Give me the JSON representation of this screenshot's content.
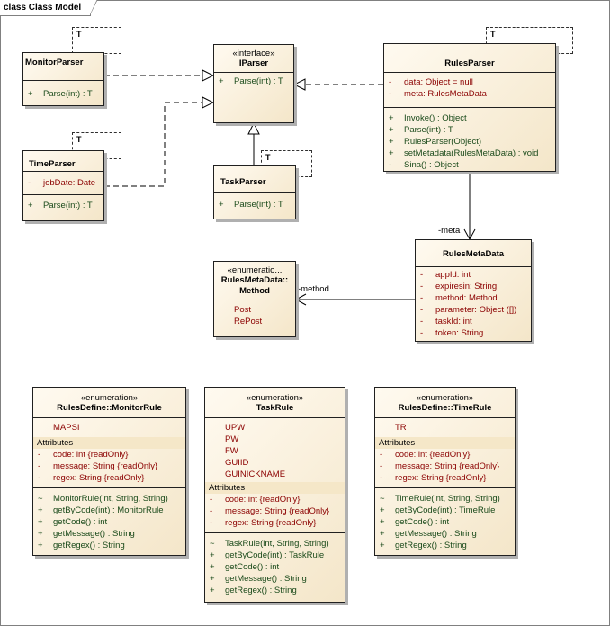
{
  "diagram": {
    "title": "class Class Model"
  },
  "classes": {
    "monitor_parser": {
      "name": "MonitorParser",
      "template": "T",
      "ops": [
        {
          "vis": "+",
          "text": "Parse(int) : T"
        }
      ]
    },
    "time_parser": {
      "name": "TimeParser",
      "template": "T",
      "attrs": [
        {
          "vis": "-",
          "text": "jobDate:  Date"
        }
      ],
      "ops": [
        {
          "vis": "+",
          "text": "Parse(int) : T"
        }
      ]
    },
    "iparser": {
      "stereotype": "«interface»",
      "name": "IParser",
      "ops": [
        {
          "vis": "+",
          "text": "Parse(int) : T"
        }
      ]
    },
    "task_parser": {
      "name": "TaskParser",
      "template": "T",
      "ops": [
        {
          "vis": "+",
          "text": "Parse(int) : T"
        }
      ]
    },
    "rules_parser": {
      "name": "RulesParser",
      "template": "T",
      "attrs": [
        {
          "vis": "-",
          "text": "data:  Object = null"
        },
        {
          "vis": "-",
          "text": "meta:  RulesMetaData"
        }
      ],
      "ops": [
        {
          "vis": "+",
          "text": "Invoke() : Object"
        },
        {
          "vis": "+",
          "text": "Parse(int) : T"
        },
        {
          "vis": "+",
          "text": "RulesParser(Object)"
        },
        {
          "vis": "+",
          "text": "setMetadata(RulesMetaData) : void"
        },
        {
          "vis": "-",
          "text": "Sina() : Object"
        }
      ]
    },
    "rules_meta": {
      "name": "RulesMetaData",
      "attrs": [
        {
          "vis": "-",
          "text": "appId:  int"
        },
        {
          "vis": "-",
          "text": "expiresin:  String"
        },
        {
          "vis": "-",
          "text": "method:  Method"
        },
        {
          "vis": "-",
          "text": "parameter:  Object ([])"
        },
        {
          "vis": "-",
          "text": "taskId:  int"
        },
        {
          "vis": "-",
          "text": "token:  String"
        }
      ]
    },
    "method_enum": {
      "stereotype": "«enumeratio...",
      "name1": "RulesMetaData::",
      "name2": "Method",
      "literals": [
        "Post",
        "RePost"
      ]
    },
    "monitor_rule": {
      "stereotype": "«enumeration»",
      "name": "RulesDefine::MonitorRule",
      "literals": [
        "MAPSI"
      ],
      "attr_header": "Attributes",
      "attrs": [
        {
          "vis": "-",
          "text": "code:  int {readOnly}"
        },
        {
          "vis": "-",
          "text": "message:  String {readOnly}"
        },
        {
          "vis": "-",
          "text": "regex:  String {readOnly}"
        }
      ],
      "ops": [
        {
          "vis": "~",
          "text": "MonitorRule(int, String, String)"
        },
        {
          "vis": "+",
          "text": "getByCode(int) : MonitorRule"
        },
        {
          "vis": "+",
          "text": "getCode() : int"
        },
        {
          "vis": "+",
          "text": "getMessage() : String"
        },
        {
          "vis": "+",
          "text": "getRegex() : String"
        }
      ]
    },
    "task_rule": {
      "stereotype": "«enumeration»",
      "name": "TaskRule",
      "literals": [
        "UPW",
        "PW",
        "FW",
        "GUIID",
        "GUINICKNAME"
      ],
      "attr_header": "Attributes",
      "attrs": [
        {
          "vis": "-",
          "text": "code:  int {readOnly}"
        },
        {
          "vis": "-",
          "text": "message:  String {readOnly}"
        },
        {
          "vis": "-",
          "text": "regex:  String {readOnly}"
        }
      ],
      "ops": [
        {
          "vis": "~",
          "text": "TaskRule(int, String, String)"
        },
        {
          "vis": "+",
          "text": "getByCode(int) : TaskRule"
        },
        {
          "vis": "+",
          "text": "getCode() : int"
        },
        {
          "vis": "+",
          "text": "getMessage() : String"
        },
        {
          "vis": "+",
          "text": "getRegex() : String"
        }
      ]
    },
    "time_rule": {
      "stereotype": "«enumeration»",
      "name": "RulesDefine::TimeRule",
      "literals": [
        "TR"
      ],
      "attr_header": "Attributes",
      "attrs": [
        {
          "vis": "-",
          "text": "code:  int {readOnly}"
        },
        {
          "vis": "-",
          "text": "message:  String {readOnly}"
        },
        {
          "vis": "-",
          "text": "regex:  String {readOnly}"
        }
      ],
      "ops": [
        {
          "vis": "~",
          "text": "TimeRule(int, String, String)"
        },
        {
          "vis": "+",
          "text": "getByCode(int) : TimeRule"
        },
        {
          "vis": "+",
          "text": "getCode() : int"
        },
        {
          "vis": "+",
          "text": "getMessage() : String"
        },
        {
          "vis": "+",
          "text": "getRegex() : String"
        }
      ]
    }
  },
  "labels": {
    "meta_role": "-meta",
    "method_role": "-method"
  }
}
